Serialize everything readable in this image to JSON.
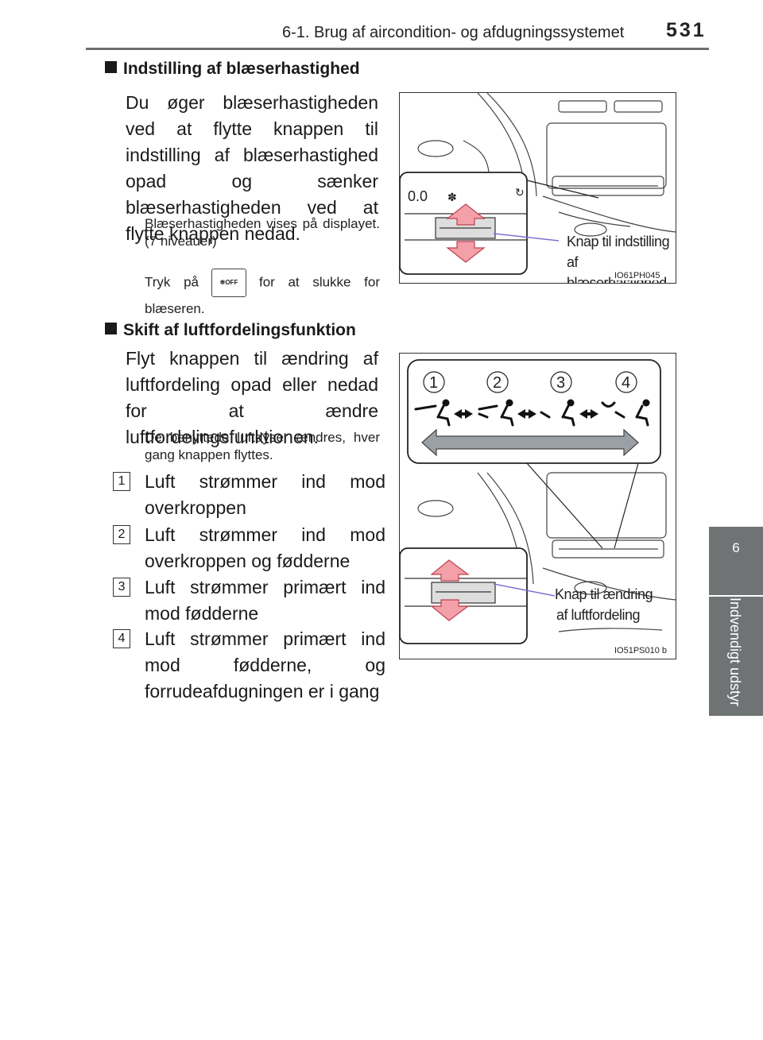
{
  "header": {
    "title": "6-1. Brug af aircondition- og afdugningssystemet",
    "page_number": "531"
  },
  "side_tab": {
    "number": "6",
    "label": "Indvendigt udstyr"
  },
  "section1": {
    "heading": "Indstilling af blæserhastighed",
    "body": "Du øger blæserhastigheden ved at flytte knappen til indstilling af blæserhastighed opad og sænker blæserhastigheden ved at flytte knappen nedad.",
    "note1": "Blæserhastigheden vises på displayet. (7 niveauer)",
    "note2_before": "Tryk på",
    "note2_after": "for at slukke for blæseren.",
    "off_button_label": "OFF",
    "figure": {
      "code": "IO61PH045",
      "callout_line1": "Knap til indstilling",
      "callout_line2": "af blæserhastighed",
      "display_value": "0.0"
    }
  },
  "section2": {
    "heading": "Skift af luftfordelingsfunktion",
    "body": "Flyt knappen til ændring af luftfordeling opad eller nedad for at ændre luftfordelingsfunktionen.",
    "note": "De benyttede luftdyser ændres, hver gang knappen flyttes.",
    "items": [
      {
        "num": "1",
        "text": "Luft strømmer ind mod overkroppen"
      },
      {
        "num": "2",
        "text": "Luft strømmer ind mod overkroppen og fødderne"
      },
      {
        "num": "3",
        "text": "Luft strømmer primært ind mod fødderne"
      },
      {
        "num": "4",
        "text": "Luft strømmer primært ind mod fødderne, og forrudeafdugningen er i gang"
      }
    ],
    "figure": {
      "code": "IO51PS010 b",
      "callout_line1": "Knap til ændring",
      "callout_line2": "af luftfordeling",
      "mode_numbers": [
        "1",
        "2",
        "3",
        "4"
      ]
    }
  }
}
